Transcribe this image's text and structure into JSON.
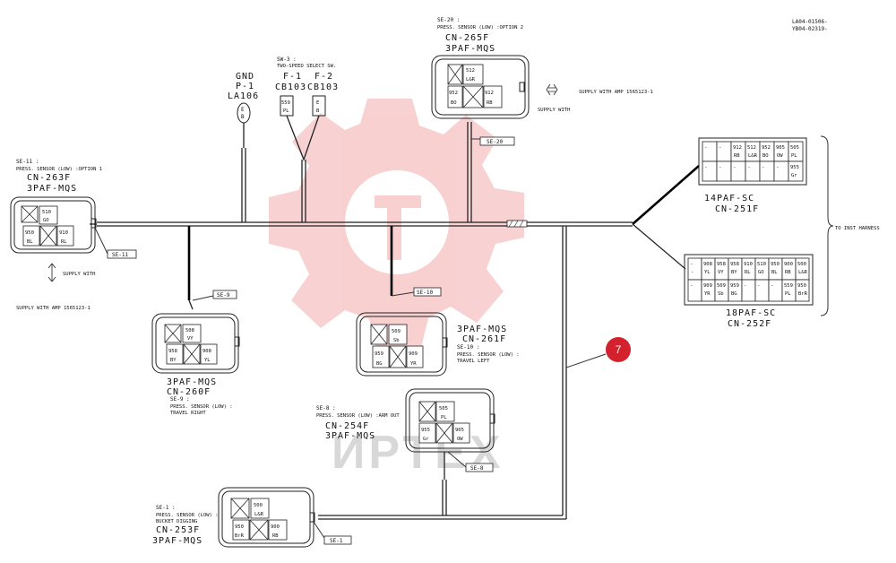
{
  "doc_refs": [
    "LA04-01506-",
    "YB04-02319-"
  ],
  "callout": "7",
  "gnd": {
    "l1": "GND",
    "l2": "P-1",
    "l3": "LA106",
    "pin": "E",
    "pin2": "B"
  },
  "sw3": {
    "title": "SW-3 :",
    "desc": "TWO-SPEED SELECT SW.",
    "f1": "F-1",
    "f2": "F-2",
    "cb1": "CB103",
    "cb2": "CB103",
    "p1a": "559",
    "p1b": "PL",
    "p2a": "E",
    "p2b": "B"
  },
  "se20": {
    "id": "SE-20 :",
    "desc": "PRESS. SENSOR (LOW) :OPTION 2",
    "cn": "CN-265F",
    "type": "3PAF-MQS",
    "tag": "SE-20",
    "c1a": "512",
    "c1b": "L&R",
    "c2a": "952",
    "c2b": "BO",
    "c3a": "912",
    "c3b": "RB",
    "supply": "SUPPLY WITH AMP 1565123-1",
    "supply2": "SUPPLY WITH"
  },
  "se11": {
    "id": "SE-11 :",
    "desc": "PRESS. SENSOR (LOW) :OPTION 1",
    "cn": "CN-263F",
    "type": "3PAF-MQS",
    "tag": "SE-11",
    "c1a": "510",
    "c1b": "GO",
    "c2a": "950",
    "c2b": "BL",
    "c3a": "910",
    "c3b": "RL",
    "supply": "SUPPLY WITH",
    "supply2": "SUPPLY WITH AMP 1565123-1"
  },
  "se9": {
    "tag": "SE-9",
    "type": "3PAF-MQS",
    "cn": "CN-260F",
    "id": "SE-9 :",
    "desc1": "PRESS. SENSOR (LOW) :",
    "desc2": "TRAVEL RIGHT",
    "c1a": "508",
    "c1b": "VY",
    "c2a": "958",
    "c2b": "BY",
    "c3a": "908",
    "c3b": "YL"
  },
  "se10": {
    "tag": "SE-10",
    "type": "3PAF-MQS",
    "cn": "CN-261F",
    "id": "SE-10 :",
    "desc1": "PRESS. SENSOR (LOW) :",
    "desc2": "TRAVEL LEFT",
    "c1a": "509",
    "c1b": "Sb",
    "c2a": "959",
    "c2b": "BG",
    "c3a": "909",
    "c3b": "YR"
  },
  "se8": {
    "id": "SE-8 :",
    "desc": "PRESS. SENSOR (LOW) :ARM OUT",
    "cn": "CN-254F",
    "type": "3PAF-MQS",
    "tag": "SE-8",
    "c1a": "505",
    "c1b": "PL",
    "c2a": "955",
    "c2b": "Gr",
    "c3a": "905",
    "c3b": "OW"
  },
  "se1": {
    "id": "SE-1 :",
    "desc1": "PRESS. SENSOR (LOW) :",
    "desc2": "BUCKET DIGGING",
    "cn": "CN-253F",
    "type": "3PAF-MQS",
    "tag": "SE-1",
    "c1a": "500",
    "c1b": "L&R",
    "c2a": "950",
    "c2b": "BrR",
    "c3a": "900",
    "c3b": "RB"
  },
  "cn251": {
    "type": "14PAF-SC",
    "cn": "CN-251F",
    "row1": [
      "-",
      "-",
      "912",
      "512",
      "952",
      "905",
      "505"
    ],
    "row1b": [
      "",
      "",
      "RB",
      "L&R",
      "BO",
      "OW",
      "PL"
    ],
    "row2": [
      "-",
      "-",
      "-",
      "-",
      "-",
      "-",
      "955"
    ],
    "row2b": [
      "",
      "",
      "",
      "",
      "",
      "",
      "Gr"
    ]
  },
  "cn252": {
    "type": "18PAF-SC",
    "cn": "CN-252F",
    "row1": [
      "-",
      "908",
      "958",
      "958",
      "910",
      "510",
      "950",
      "900",
      "500"
    ],
    "row1b": [
      "-",
      "YL",
      "VY",
      "BY",
      "RL",
      "GO",
      "BL",
      "RB",
      "L&R"
    ],
    "row2": [
      "-",
      "909",
      "509",
      "959",
      "-",
      "-",
      "-",
      "559",
      "950"
    ],
    "row2b": [
      "",
      "YR",
      "Sb",
      "BG",
      "",
      "",
      "",
      "PL",
      "BrR"
    ]
  },
  "to_inst": "TO INST HARNESS",
  "watermark": "ИРТЕХ"
}
